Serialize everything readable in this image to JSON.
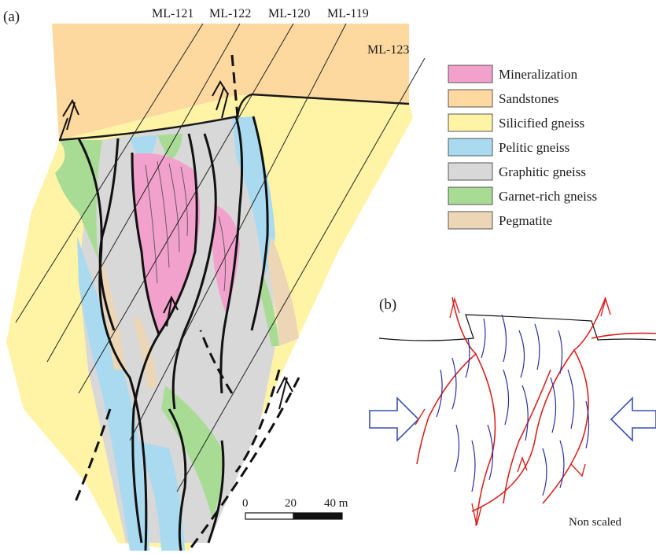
{
  "panels": {
    "a": "(a)",
    "b": "(b)"
  },
  "drillholes": [
    "ML-121",
    "ML-122",
    "ML-120",
    "ML-119",
    "ML-123"
  ],
  "legend": [
    {
      "label": "Mineralization",
      "color": "#f2a0cc"
    },
    {
      "label": "Sandstones",
      "color": "#fdd9a0"
    },
    {
      "label": "Silicified gneiss",
      "color": "#fff3a6"
    },
    {
      "label": "Pelitic gneiss",
      "color": "#a9daf0"
    },
    {
      "label": "Graphitic gneiss",
      "color": "#d8d8d8"
    },
    {
      "label": "Garnet-rich gneiss",
      "color": "#a8dc95"
    },
    {
      "label": "Pegmatite",
      "color": "#ecd6b5"
    }
  ],
  "scale": {
    "t0": "0",
    "t1": "20",
    "t2": "40 m"
  },
  "note": "Non scaled"
}
